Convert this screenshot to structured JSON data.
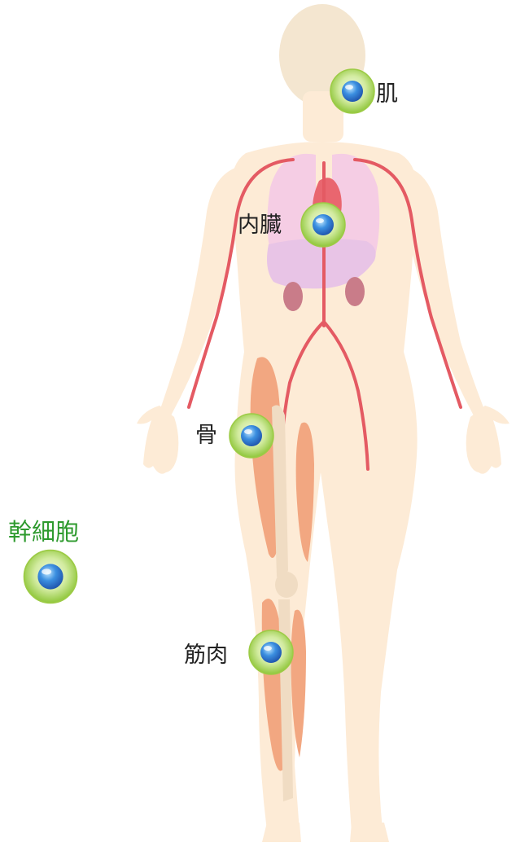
{
  "labels": {
    "skin": "肌",
    "organs": "内臓",
    "bone": "骨",
    "muscle": "筋肉",
    "stem_cell": "幹細胞"
  },
  "colors": {
    "background": "#ffffff",
    "body_fill": "#fdebd6",
    "head_fill": "#f4e6d0",
    "lungs": "#f5cde4",
    "liver": "#e8c4e6",
    "heart": "#e9666f",
    "kidneys": "#c97c89",
    "vessels": "#e45a63",
    "bones": "#f0dcc3",
    "muscles": "#f2a781",
    "label_text": "#222222",
    "stem_label_text": "#2e9a2e",
    "cell_outer": "#a6d14e",
    "cell_inner": "#3a8cdc"
  },
  "icons": {
    "cell": "stem-cell-icon"
  }
}
